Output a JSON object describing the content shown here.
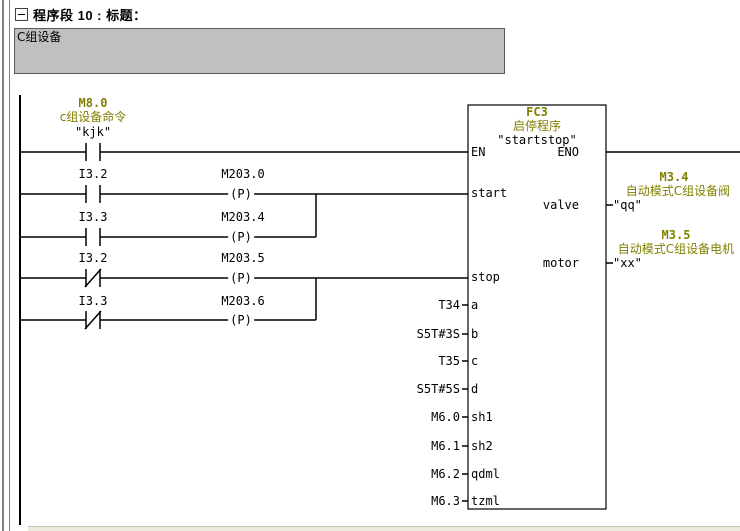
{
  "header": {
    "title": "程序段 10 : 标题："
  },
  "comment_box": {
    "text": "C组设备"
  },
  "colors": {
    "symbol_comment": "#808000",
    "comment_box_bg": "#c0c0c0",
    "wire": "#000000"
  },
  "ladder": {
    "contacts": [
      {
        "address": "M8.0",
        "comment": "c组设备命令",
        "symbol": "\"kjk\"",
        "type": "NO"
      },
      {
        "address": "I3.2",
        "coil_address": "M203.0",
        "coil_symbol": "(P)",
        "type": "NO"
      },
      {
        "address": "I3.3",
        "coil_address": "M203.4",
        "coil_symbol": "(P)",
        "type": "NO"
      },
      {
        "address": "I3.2",
        "coil_address": "M203.5",
        "coil_symbol": "(P)",
        "type": "NC"
      },
      {
        "address": "I3.3",
        "coil_address": "M203.6",
        "coil_symbol": "(P)",
        "type": "NC"
      }
    ],
    "block": {
      "name": "FC3",
      "comment": "启停程序",
      "symbol": "\"startstop\"",
      "en_label": "EN",
      "eno_label": "ENO",
      "inputs": [
        {
          "pin": "start",
          "operand": ""
        },
        {
          "pin": "stop",
          "operand": ""
        },
        {
          "pin": "a",
          "operand": "T34"
        },
        {
          "pin": "b",
          "operand": "S5T#3S"
        },
        {
          "pin": "c",
          "operand": "T35"
        },
        {
          "pin": "d",
          "operand": "S5T#5S"
        },
        {
          "pin": "sh1",
          "operand": "M6.0"
        },
        {
          "pin": "sh2",
          "operand": "M6.1"
        },
        {
          "pin": "qdml",
          "operand": "M6.2"
        },
        {
          "pin": "tzml",
          "operand": "M6.3"
        }
      ],
      "outputs": [
        {
          "pin": "valve",
          "address": "M3.4",
          "comment": "自动模式C组设备阀",
          "symbol": "\"qq\""
        },
        {
          "pin": "motor",
          "address": "M3.5",
          "comment": "自动模式C组设备电机",
          "symbol": "\"xx\""
        }
      ]
    }
  }
}
